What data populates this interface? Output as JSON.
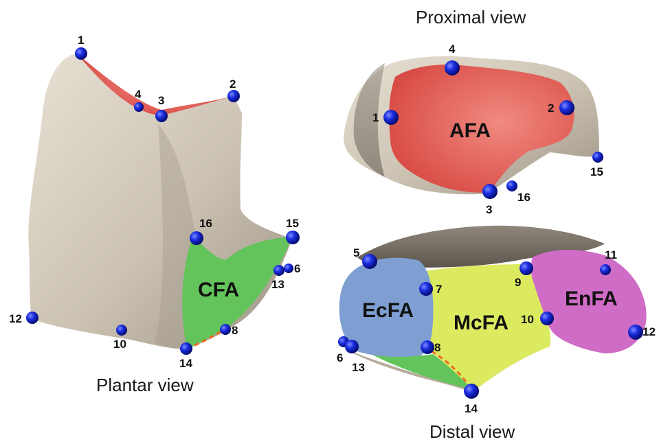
{
  "captions": {
    "plantar": "Plantar view",
    "proximal": "Proximal view",
    "distal": "Distal view"
  },
  "regions": {
    "afa": "AFA",
    "cfa": "CFA",
    "ecfa": "EcFA",
    "mcfa": "McFA",
    "enfa": "EnFA"
  },
  "colors": {
    "bone": "#cdc4b5",
    "bone_shadow": "#8e8578",
    "afa": "#e2544e",
    "cfa": "#62c45a",
    "ecfa": "#7f9fd2",
    "mcfa": "#dbea5f",
    "enfa": "#cf6cc6",
    "landmark": "#1626d8",
    "dashed_line": "#ee6a1e"
  },
  "landmarks": {
    "plantar": [
      "1",
      "2",
      "3",
      "4",
      "6",
      "8",
      "10",
      "12",
      "13",
      "14",
      "15",
      "16"
    ],
    "proximal": [
      "1",
      "2",
      "3",
      "4",
      "15",
      "16"
    ],
    "distal": [
      "5",
      "6",
      "7",
      "8",
      "9",
      "10",
      "11",
      "12",
      "13",
      "14"
    ]
  }
}
